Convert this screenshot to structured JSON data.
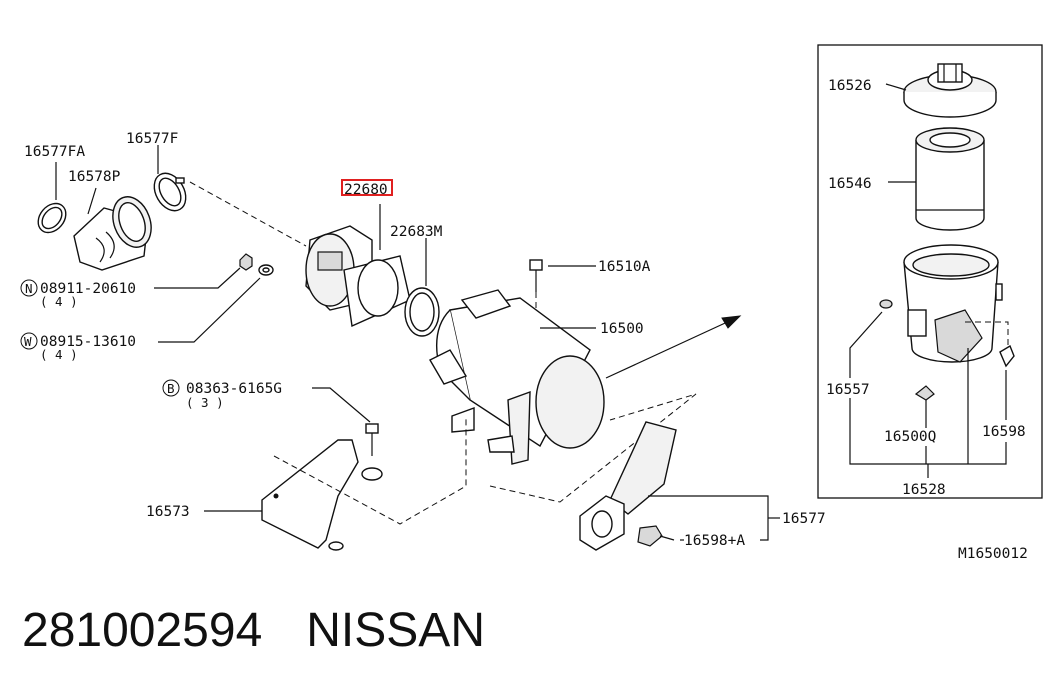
{
  "labels": {
    "p16577FA": "16577FA",
    "p16577F": "16577F",
    "p16578P": "16578P",
    "p22680": "22680",
    "p22683M": "22683M",
    "p16510A": "16510A",
    "p16500": "16500",
    "n08911": "08911-20610",
    "n08911_qty": "( 4 )",
    "w08915": "08915-13610",
    "w08915_qty": "( 4 )",
    "b08363": "08363-6165G",
    "b08363_qty": "( 3 )",
    "p16573": "16573",
    "p16577": "16577",
    "p16598A": "16598+A",
    "p16526": "16526",
    "p16546": "16546",
    "p16557": "16557",
    "p16500Q": "16500Q",
    "p16598": "16598",
    "p16528": "16528",
    "diagram_code": "M1650012"
  },
  "prefix": {
    "N": "N",
    "W": "W",
    "B": "B"
  },
  "highlight": {
    "part": "22680",
    "color": "#e02020"
  },
  "footer": {
    "part_number": "281002594",
    "brand": "NISSAN"
  }
}
